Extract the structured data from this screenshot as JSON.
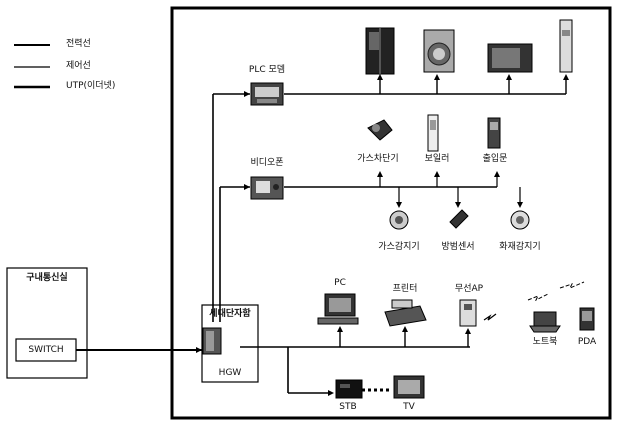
{
  "legend": {
    "power_line": "전력선",
    "control_line": "제어선",
    "utp_line": "UTP(이더넷)"
  },
  "building": {
    "title": "구내통신실",
    "switch_label": "SWITCH"
  },
  "home_terminal": {
    "title": "세대단자함",
    "hgw_label": "HGW"
  },
  "devices": {
    "plc_modem": "PLC 모뎀",
    "video_phone": "비디오폰",
    "gas_shutoff": "가스차단기",
    "boiler": "보일러",
    "door_lock": "출입문",
    "gas_detector": "가스감지기",
    "security_sensor": "방범센서",
    "fire_detector": "화재감지기",
    "pc": "PC",
    "printer": "프린터",
    "wireless_ap": "무선AP",
    "notebook": "노트북",
    "pda": "PDA",
    "stb": "STB",
    "tv": "TV"
  }
}
